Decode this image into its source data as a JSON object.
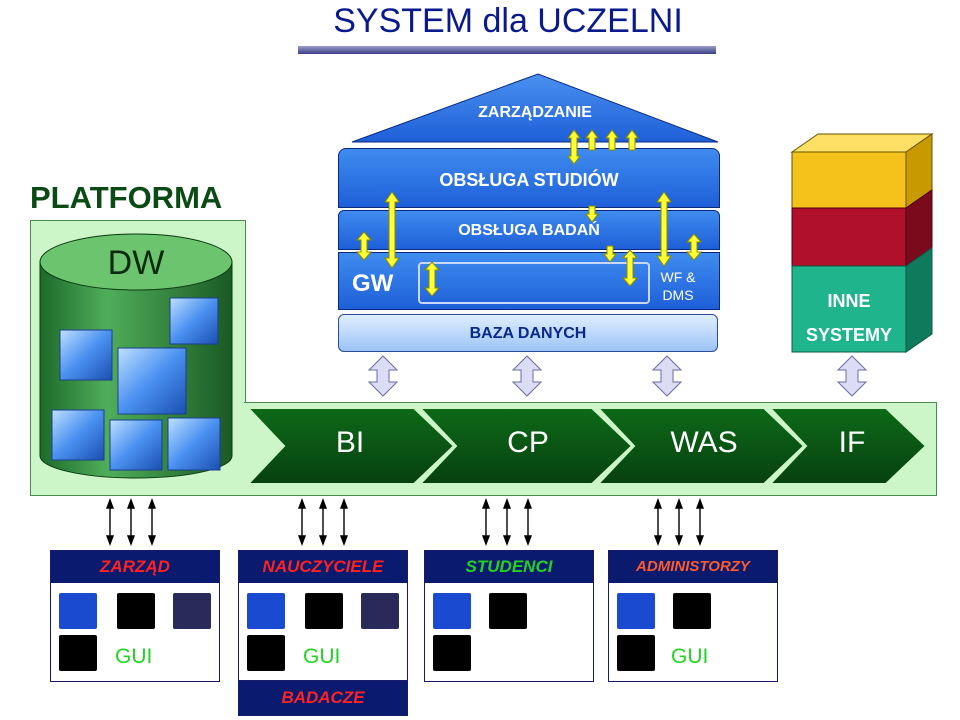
{
  "title": "SYSTEM dla  UCZELNI",
  "platforma": "PLATFORMA",
  "dw": "DW",
  "building": {
    "zarzadzanie": "ZARZĄDZANIE",
    "obsluga_studiow": "OBSŁUGA  STUDIÓW",
    "obsluga_badan": "OBSŁUGA  BADAŃ",
    "gw": "GW",
    "wf_line1": "WF &",
    "wf_line2": "DMS",
    "baza_danych": "BAZA  DANYCH"
  },
  "inne_line1": "INNE",
  "inne_line2": "SYSTEMY",
  "modules": [
    "BI",
    "CP",
    "WAS",
    "IF"
  ],
  "groups": [
    {
      "name": "ZARZĄD",
      "color": "#ff2222",
      "gui": "GUI"
    },
    {
      "name": "NAUCZYCIELE",
      "color": "#ff2222",
      "gui": "GUI",
      "extra": "BADACZE"
    },
    {
      "name": "STUDENCI",
      "color": "#22d422",
      "gui": ""
    },
    {
      "name": "ADMINISTORZY",
      "color": "#ff5a2a",
      "gui": "GUI"
    }
  ],
  "colors": {
    "title": "#0a1a8c",
    "platform_fill": "#ccf5c8",
    "chevron": "#0b5a14",
    "layer_blue": "#2f74e6",
    "arrow_yellow": "#ffff33",
    "yellow_block": "#f4c21a",
    "red_block": "#b0102a",
    "teal_block": "#1fb48c"
  }
}
